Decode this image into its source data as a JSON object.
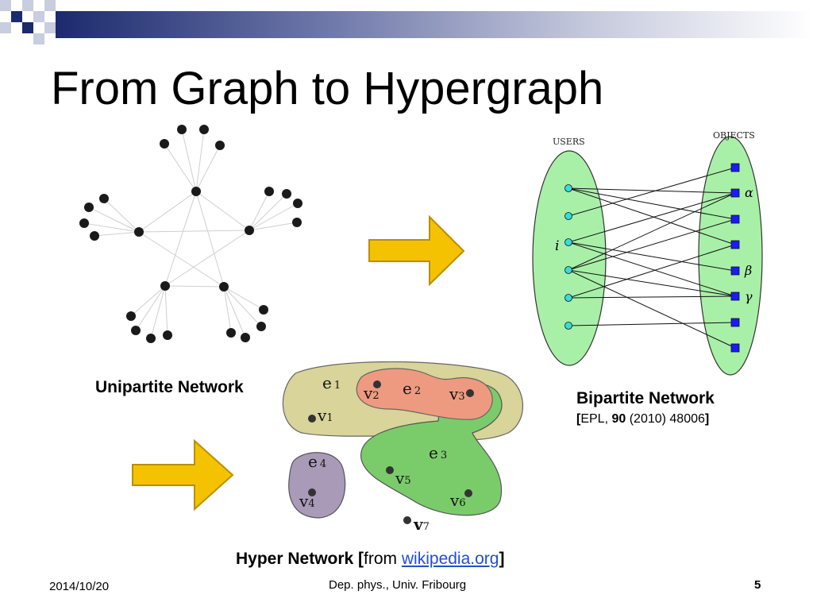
{
  "slide": {
    "title": "From Graph to Hypergraph",
    "page_number": "5"
  },
  "captions": {
    "unipartite": "Unipartite Network",
    "bipartite": "Bipartite Network",
    "bipartite_ref_open": "[",
    "bipartite_ref_journal": "EPL, ",
    "bipartite_ref_volume": "90",
    "bipartite_ref_rest": " (2010) 48006",
    "bipartite_ref_close": "]",
    "hyper_bold": "Hyper Network [",
    "hyper_from": "from ",
    "hyper_link": "wikipedia.org",
    "hyper_close": "]"
  },
  "bipartite_diagram": {
    "users_label": "USERS",
    "objects_label": "OBJECTS",
    "user_marker": "i",
    "object_markers": [
      "α",
      "β",
      "γ"
    ],
    "user_color": "#33dddd",
    "object_color": "#1a1aff",
    "ellipse_color": "#a8f0a8"
  },
  "hypergraph": {
    "edges": [
      "e",
      "e",
      "e",
      "e"
    ],
    "edge_indices": [
      "1",
      "2",
      "3",
      "4"
    ],
    "vertices": [
      "v",
      "v",
      "v",
      "v",
      "v",
      "v",
      "v"
    ],
    "vertex_indices": [
      "1",
      "2",
      "3",
      "4",
      "5",
      "6",
      "7"
    ]
  },
  "footer": {
    "date": "2014/10/20",
    "center": "Dep. phys.,  Univ. Fribourg"
  },
  "colors": {
    "arrow_fill": "#f5c200",
    "arrow_stroke": "#b89000",
    "e1": "#d8d49a",
    "e2": "#ee9a80",
    "e3": "#7acc6a",
    "e4": "#a99ab8"
  }
}
